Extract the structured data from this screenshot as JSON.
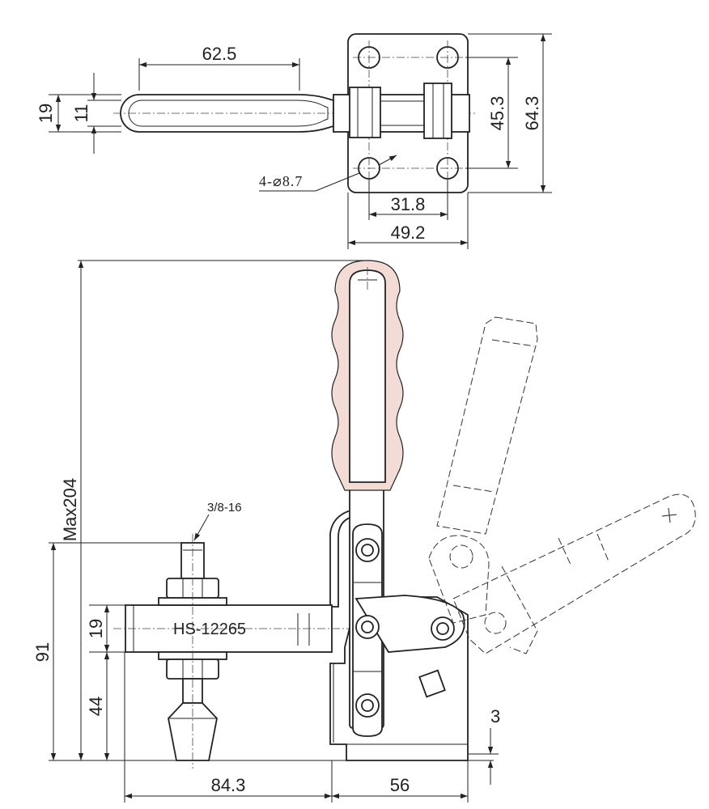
{
  "top_view": {
    "dim_handle_length": "62.5",
    "dim_handle_outer": "19",
    "dim_handle_inner": "11",
    "dim_hole_spacing_y": "45.3",
    "dim_base_height": "64.3",
    "dim_hole_spacing_x": "31.8",
    "dim_base_width": "49.2",
    "hole_callout": "4-⌀8.7"
  },
  "side_view": {
    "dim_max_height": "Max204",
    "thread_callout": "3/8-16",
    "model_label": "HS-12265",
    "dim_bar_thickness": "19",
    "dim_spindle_height": "91",
    "dim_bar_height": "44",
    "dim_base_thickness": "3",
    "dim_reach": "84.3",
    "dim_base_length": "56"
  },
  "colors": {
    "line": "#222222",
    "grip_fill": "#f4dcd6",
    "background": "#ffffff"
  }
}
